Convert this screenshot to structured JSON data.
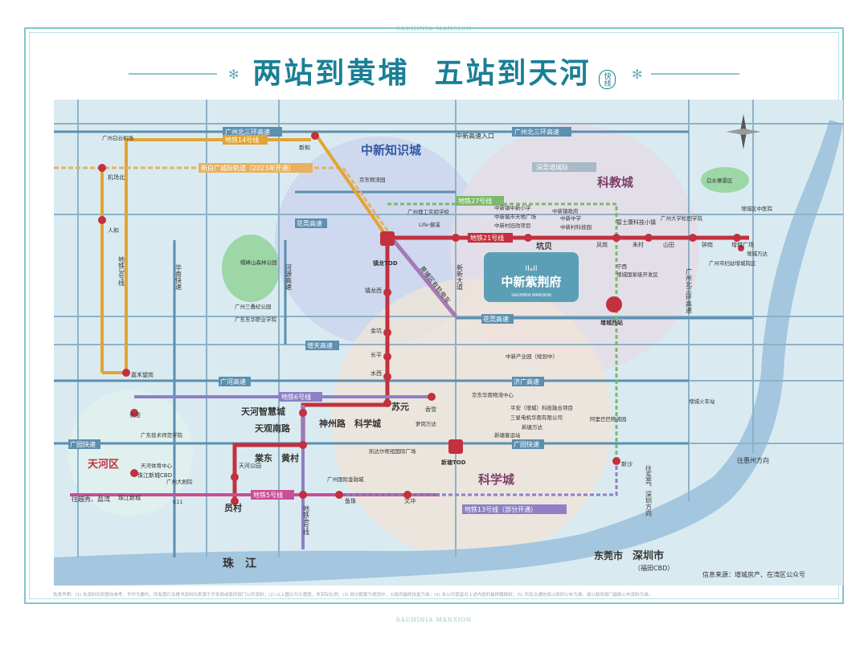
{
  "brand": "SAUHINIA MANSION",
  "headline": {
    "part1": "两站到黄埔",
    "part2": "五站到天河",
    "badge": "快线"
  },
  "districts": {
    "knowledge_city": "中新知识城",
    "education_city": "科教城",
    "science_city": "科学城",
    "tianhe": "天河区",
    "dongguan": "东莞市",
    "shenzhen": "深圳市",
    "shenzhen_sub": "（福田CBD）",
    "river": "珠　江"
  },
  "project": {
    "logo_mark": "II⁎II",
    "name": "中新紫荆府",
    "name_en": "SAUHINIA MANSION"
  },
  "roads": {
    "north_ring_left": "广州北三环高速",
    "north_ring_right": "广州北三环高速",
    "zhongxin_entry": "中新高速入口",
    "dongguan_link": "深莞增城际",
    "huawan": "花莞高速",
    "huagan": "花莞高速",
    "huanan": "华南快速",
    "heyuan": "河源高速",
    "zengtian": "增天高速",
    "guanghe": "广河高速",
    "jiguang": "济广高速",
    "guangyuan_left": "广园快速",
    "guangyuan_right": "广园快速",
    "zhongxin_avenue": "新新大道",
    "north_ring_vertical": "广州北三环高速",
    "to_huizhou": "往惠州方向",
    "to_dongguan_shenzhen": "往东莞、深圳方向",
    "to_yuexiu": "往越秀、荔湾"
  },
  "lines": {
    "line14": "地铁14号线",
    "intercity": "新白广城际轨道（2023年开通）",
    "line27": "地铁27号线",
    "line21": "地铁21号线",
    "line3": "地铁3号线",
    "line6": "地铁6号线",
    "line5": "地铁5号线",
    "line4": "地铁4号线",
    "line13": "地铁13号线（部分开通）",
    "huangpu_express": "黄埔区有轨电车"
  },
  "stations": {
    "xinhe": "新和",
    "jichangbei": "机场北",
    "renhe": "人和",
    "jiahewangang": "嘉禾望岗",
    "zhenlong": "镇龙TOD",
    "zhenlongxi": "镇龙西",
    "jinkeng": "金坑",
    "changping": "长平",
    "shuixi": "水西",
    "suyuan": "苏元",
    "xiangxue": "香雪",
    "kengbei": "坑贝",
    "fengyong": "凤岗",
    "zhucun": "朱村",
    "shanhe": "山田",
    "zhonggang": "钟岗",
    "zengcheng_square": "增城广场",
    "shijiaqiao": "富士康科技小镇",
    "zengchengxi": "增城西站",
    "tianhe_smart": "天河智慧城",
    "tianguan_south": "天观南路",
    "shenzhou": "神州路",
    "kexuecheng": "科学城",
    "tangdong": "棠东",
    "huangcun": "黄村",
    "tianhe_park": "天河公园",
    "yuancun": "员村",
    "zhujiang_xincheng": "珠江新城",
    "zhujiang_cbd": "珠江新城CBD",
    "xintang": "新塘TOD",
    "yuzhu": "鱼珠",
    "wenchong": "文冲",
    "xinsha": "新沙",
    "shangrao": "长湴"
  },
  "pois": {
    "airport": "广州白云机场",
    "logistics": "京东物流园",
    "polytechnic": "广州理工实验学校",
    "life": "Life·御溪",
    "zx_primary": "中新镇中新小学",
    "zx_market": "中新城市天地广场",
    "zx_gov": "中新镇政府",
    "zx_old": "中新村旧改项目",
    "zx_middle": "中新中学",
    "zx_tech": "中新村科技园",
    "white_water": "白水寨景区",
    "zengcheng_hospital": "增城区中医院",
    "gz_univ": "广州大学松田学院",
    "women_hospital": "广州市妇幼增城院区",
    "wanda_zc": "增城万达",
    "maofeng": "帽峰山森林公园",
    "sanyuanli": "广州三叠纪公园",
    "dongyu_school": "广东东华职业学院",
    "industry_park": "中新产业园（规划中）",
    "jd_south": "京东华南物流中心",
    "pingan": "平安（增城）科技融合项目",
    "samsung": "三星电机华南有限公司",
    "xintang_passenger": "新塘客运站",
    "wanda_xintang": "新塘万达",
    "wanda_luogang": "萝岗万达",
    "alibaba": "阿里巴巴物流园",
    "tech_normal": "广东技术师范学院",
    "sports_center": "天河体育中心",
    "opera": "广州大剧院",
    "k11": "K11",
    "finance_city": "广州国际金融城",
    "kaide": "凯达尔枢纽国际广场",
    "zengcheng_station": "增城火车站",
    "ningxi": "宁西",
    "zhen_dev": "增城国家级开发区"
  },
  "source": "信息来源：增城房产、在湾区公众号",
  "disclaimer": "免责声明：(1) 本资料仅供意向参考，不作为要约，所有图片及楼书资料均来源于开发商或政府部门公开资料；(2) 以上图示为示意图，非实际比例；(3) 部分配套为规划中，以政府最终批复为准；(4) 本公司保留对上述内容的最终解释权；(5) 所有交通信息以政府公布为准。请以政府部门最新公布资料为准。"
}
